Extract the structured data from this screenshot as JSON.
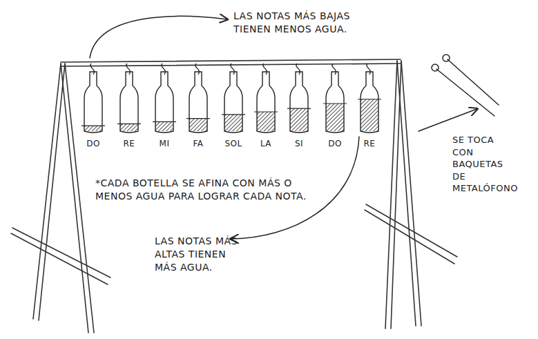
{
  "diagram": {
    "labels": [
      "LAS NOTAS MÁS BAJAS TIENEN MENOS AGUA.",
      "DO",
      "RE",
      "MI",
      "FA",
      "SOL",
      "LA",
      "SI",
      "DO",
      "RE",
      "*CADA BOTELLA SE AFINA CON MÁS O MENOS AGUA PARA LOGRAR CADA NOTA.",
      "LAS NOTAS MÁS ALTAS TIENEN MÁS AGUA.",
      "SE TOCA CON BAQUETAS DE METALÓFONO"
    ]
  }
}
